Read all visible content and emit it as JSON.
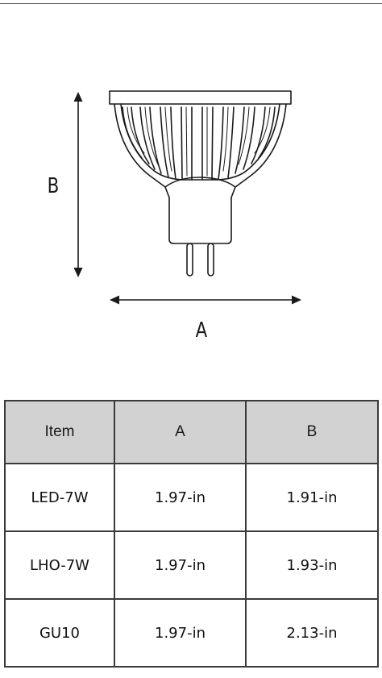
{
  "diagram": {
    "dimension_labels": {
      "width": "A",
      "height": "B"
    }
  },
  "table": {
    "headers": [
      "Item",
      "A",
      "B"
    ],
    "rows": [
      [
        "LED-7W",
        "1.97-in",
        "1.91-in"
      ],
      [
        "LHO-7W",
        "1.97-in",
        "1.93-in"
      ],
      [
        "GU10",
        "1.97-in",
        "2.13-in"
      ]
    ]
  }
}
